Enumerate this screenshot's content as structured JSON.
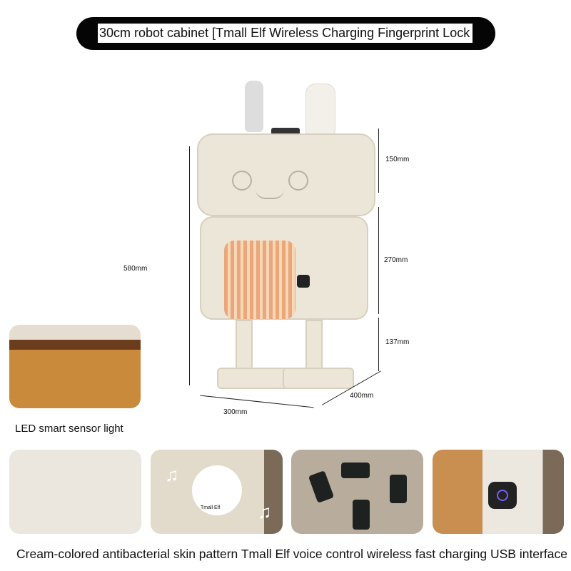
{
  "title": "30cm robot cabinet [Tmall Elf   Wireless Charging   Fingerprint Lock",
  "dimensions": {
    "top_height": "150mm",
    "middle_height": "270mm",
    "leg_height": "137mm",
    "total_height": "580mm",
    "width": "300mm",
    "depth": "400mm"
  },
  "led_caption": "LED smart sensor light",
  "feature_thumbnail_label": "Tmall Elf",
  "bottom_caption": "Cream-colored antibacterial skin pattern Tmall Elf voice control wireless fast charging   USB interface",
  "colors": {
    "cream": "#ece6d8",
    "accent_green": "#2fd08a",
    "fingerprint_ring": "#7a5cff"
  }
}
